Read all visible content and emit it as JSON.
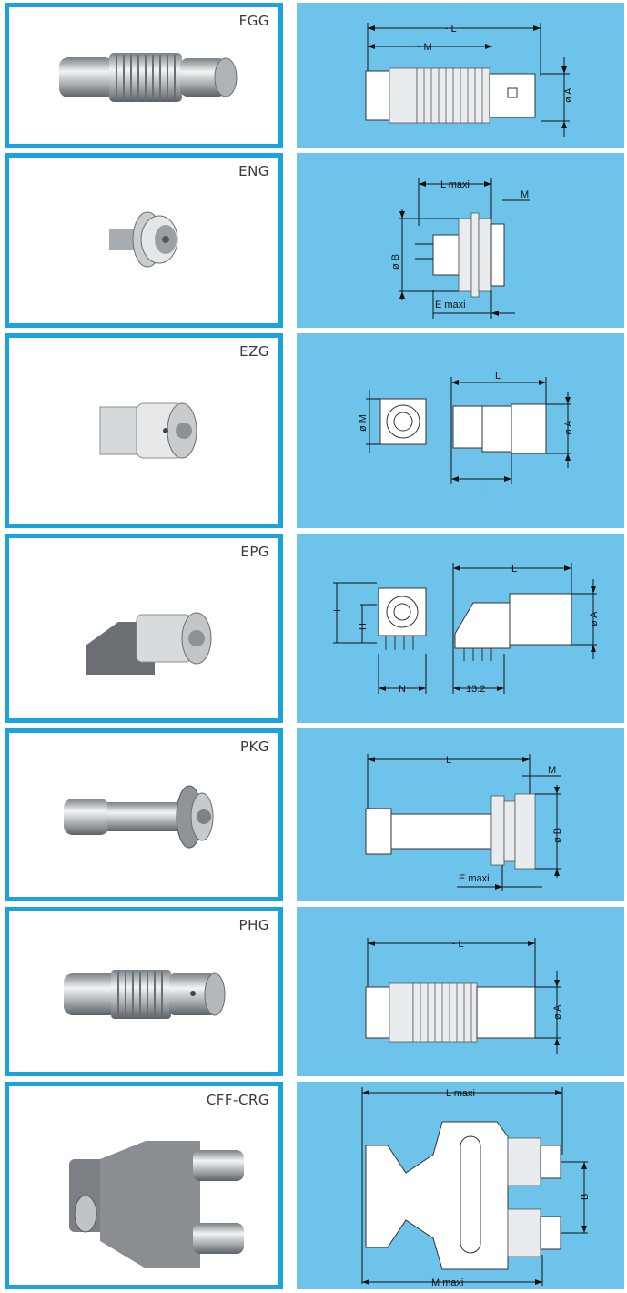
{
  "rows": [
    {
      "code": "FGG",
      "dims": {
        "l": "~ L",
        "m": "~ M",
        "a": "ø A"
      }
    },
    {
      "code": "ENG",
      "dims": {
        "l": "L maxi",
        "m": "M",
        "b": "ø B",
        "e": "E maxi"
      }
    },
    {
      "code": "EZG",
      "dims": {
        "l": "L",
        "m": "ø M",
        "a": "ø A",
        "i": "I"
      }
    },
    {
      "code": "EPG",
      "dims": {
        "l": "L",
        "a": "ø A",
        "i": "I",
        "h": "H",
        "n": "N",
        "w": "13.2"
      }
    },
    {
      "code": "PKG",
      "dims": {
        "l": "L",
        "m": "M",
        "b": "ø B",
        "e": "E maxi"
      }
    },
    {
      "code": "PHG",
      "dims": {
        "l": "~ L",
        "a": "ø A"
      }
    },
    {
      "code": "CFF-CRG",
      "dims": {
        "l": "L maxi",
        "b": "B",
        "m": "M maxi"
      }
    }
  ],
  "colors": {
    "frame": "#1aa3dc",
    "panel": "#6ec3ea"
  },
  "icons": [
    "connector-photo",
    "technical-drawing"
  ]
}
